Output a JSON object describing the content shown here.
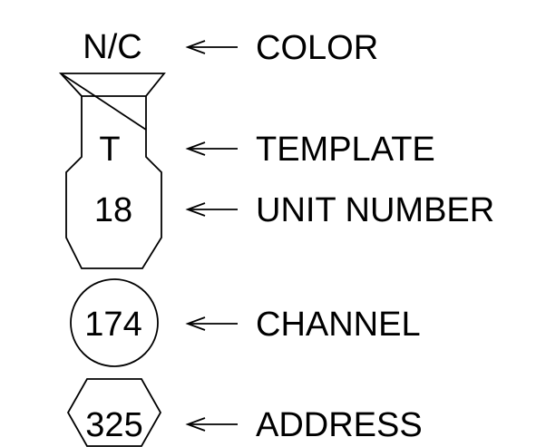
{
  "symbol": {
    "color": "N/C",
    "template": "T",
    "unit_number": "18",
    "channel": "174",
    "address": "325"
  },
  "labels": {
    "color": "COLOR",
    "template": "TEMPLATE",
    "unit_number": "UNIT NUMBER",
    "channel": "CHANNEL",
    "address": "ADDRESS"
  },
  "colors": {
    "ink": "#000000",
    "background": "#ffffff"
  }
}
